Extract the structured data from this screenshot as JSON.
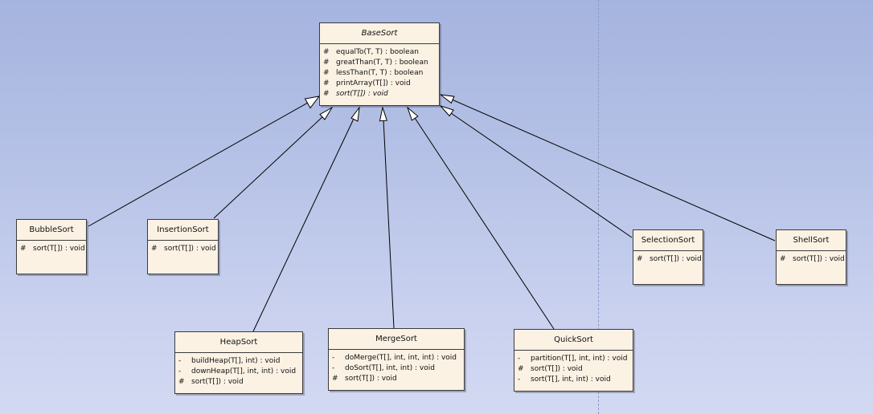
{
  "classes": {
    "base": {
      "name": "BaseSort",
      "members": [
        {
          "vis": "#",
          "sig": "equalTo(T, T) : boolean"
        },
        {
          "vis": "#",
          "sig": "greatThan(T, T) : boolean"
        },
        {
          "vis": "#",
          "sig": "lessThan(T, T) : boolean"
        },
        {
          "vis": "#",
          "sig": "printArray(T[]) : void"
        },
        {
          "vis": "#",
          "sig": "sort(T[]) : void"
        }
      ]
    },
    "bubble": {
      "name": "BubbleSort",
      "members": [
        {
          "vis": "#",
          "sig": "sort(T[]) : void"
        }
      ]
    },
    "insertion": {
      "name": "InsertionSort",
      "members": [
        {
          "vis": "#",
          "sig": "sort(T[]) : void"
        }
      ]
    },
    "selection": {
      "name": "SelectionSort",
      "members": [
        {
          "vis": "#",
          "sig": "sort(T[]) : void"
        }
      ]
    },
    "shell": {
      "name": "ShellSort",
      "members": [
        {
          "vis": "#",
          "sig": "sort(T[]) : void"
        }
      ]
    },
    "heap": {
      "name": "HeapSort",
      "members": [
        {
          "vis": "-",
          "sig": "buildHeap(T[], int) : void"
        },
        {
          "vis": "-",
          "sig": "downHeap(T[], int, int) : void"
        },
        {
          "vis": "#",
          "sig": "sort(T[]) : void"
        }
      ]
    },
    "merge": {
      "name": "MergeSort",
      "members": [
        {
          "vis": "-",
          "sig": "doMerge(T[], int, int, int) : void"
        },
        {
          "vis": "-",
          "sig": "doSort(T[], int, int) : void"
        },
        {
          "vis": "#",
          "sig": "sort(T[]) : void"
        }
      ]
    },
    "quick": {
      "name": "QuickSort",
      "members": [
        {
          "vis": "-",
          "sig": "partition(T[], int, int) : void"
        },
        {
          "vis": "#",
          "sig": "sort(T[]) : void"
        },
        {
          "vis": "-",
          "sig": "sort(T[], int, int) : void"
        }
      ]
    }
  },
  "relations": [
    {
      "from": "bubble",
      "to": "base",
      "type": "generalization"
    },
    {
      "from": "insertion",
      "to": "base",
      "type": "generalization"
    },
    {
      "from": "heap",
      "to": "base",
      "type": "generalization"
    },
    {
      "from": "merge",
      "to": "base",
      "type": "generalization"
    },
    {
      "from": "quick",
      "to": "base",
      "type": "generalization"
    },
    {
      "from": "selection",
      "to": "base",
      "type": "generalization"
    },
    {
      "from": "shell",
      "to": "base",
      "type": "generalization"
    }
  ]
}
